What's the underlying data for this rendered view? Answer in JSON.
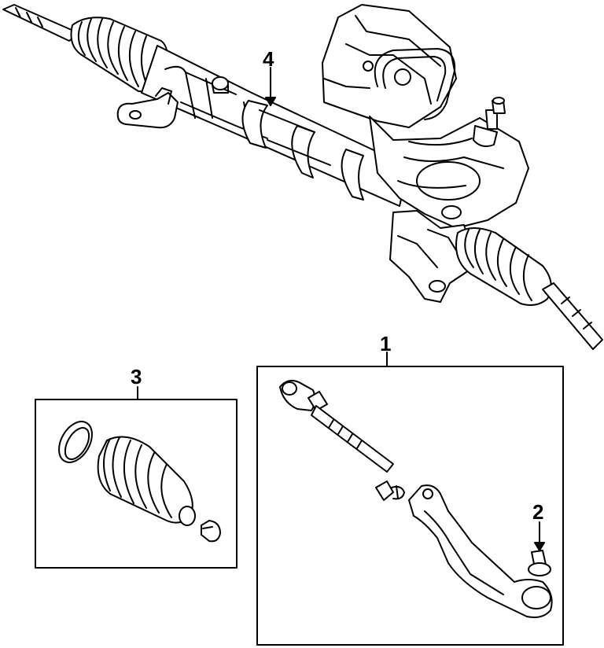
{
  "callouts": {
    "one": "1",
    "two": "2",
    "three": "3",
    "four": "4"
  },
  "parts": {
    "steering_rack": "steering-gear-assembly",
    "inner_tie_rod": "inner-tie-rod",
    "outer_tie_rod_end": "outer-tie-rod-end",
    "boot": "rack-boot-kit"
  },
  "colors": {
    "line": "#000000",
    "background": "#ffffff"
  }
}
